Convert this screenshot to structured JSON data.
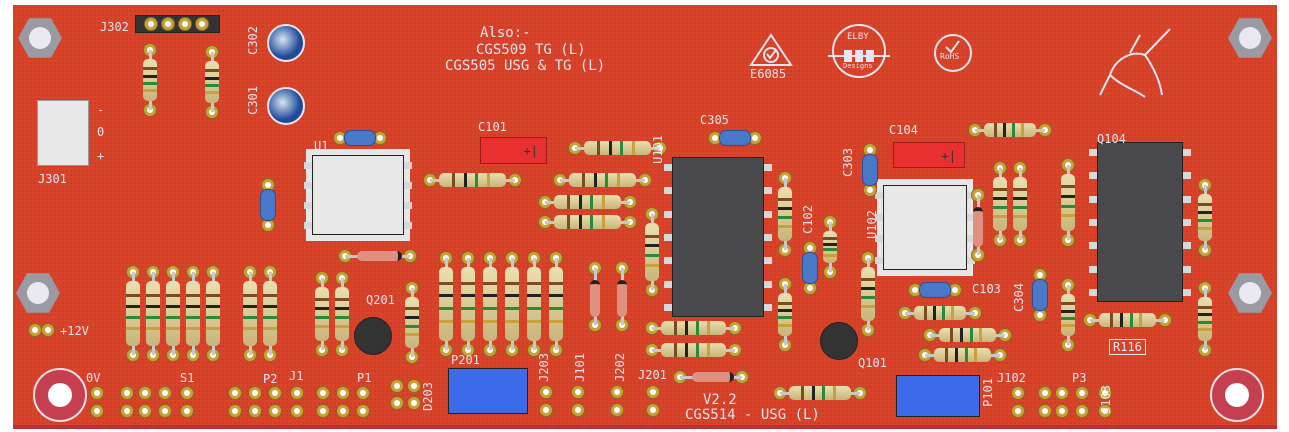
{
  "board": {
    "title": "CGS514 - USG (L)",
    "version": "V2.2",
    "also_heading": "Also:-",
    "also_lines": [
      "CGS509 TG (L)",
      "CGS505 USG & TG (L)"
    ],
    "logos": {
      "rcm": "E6085",
      "elby_top": "ELBY",
      "elby_bottom": "Designs",
      "rohs": "RoHS"
    },
    "colors": {
      "board": "#d8432a",
      "silkscreen": "#e8e4f0",
      "pot": "#3b6be8",
      "cap": "#4a78c8"
    }
  },
  "labels": {
    "j302": "J302",
    "c302": "C302",
    "c301": "C301",
    "j301": "J301",
    "j301_pins": [
      "-",
      "0",
      "+"
    ],
    "u1": "U1",
    "c101": "C101",
    "c305": "C305",
    "u101": "U101",
    "c303": "C303",
    "c104": "C104",
    "u102": "U102",
    "c102": "C102",
    "q104": "Q104",
    "c103": "C103",
    "c304": "C304",
    "r116": "R116",
    "q201": "Q201",
    "q101": "Q101",
    "plus12v": "+12V",
    "zero_v": "0V",
    "s1": "S1",
    "p2": "P2",
    "j1": "J1",
    "p1": "P1",
    "d203": "D203",
    "p201": "P201",
    "j203": "J203",
    "j101": "J101",
    "j202": "J202",
    "j201": "J201",
    "p101": "P101",
    "j102": "J102",
    "p3": "P3",
    "j103": "J103",
    "cap_marks": [
      "+|",
      "+|"
    ]
  }
}
